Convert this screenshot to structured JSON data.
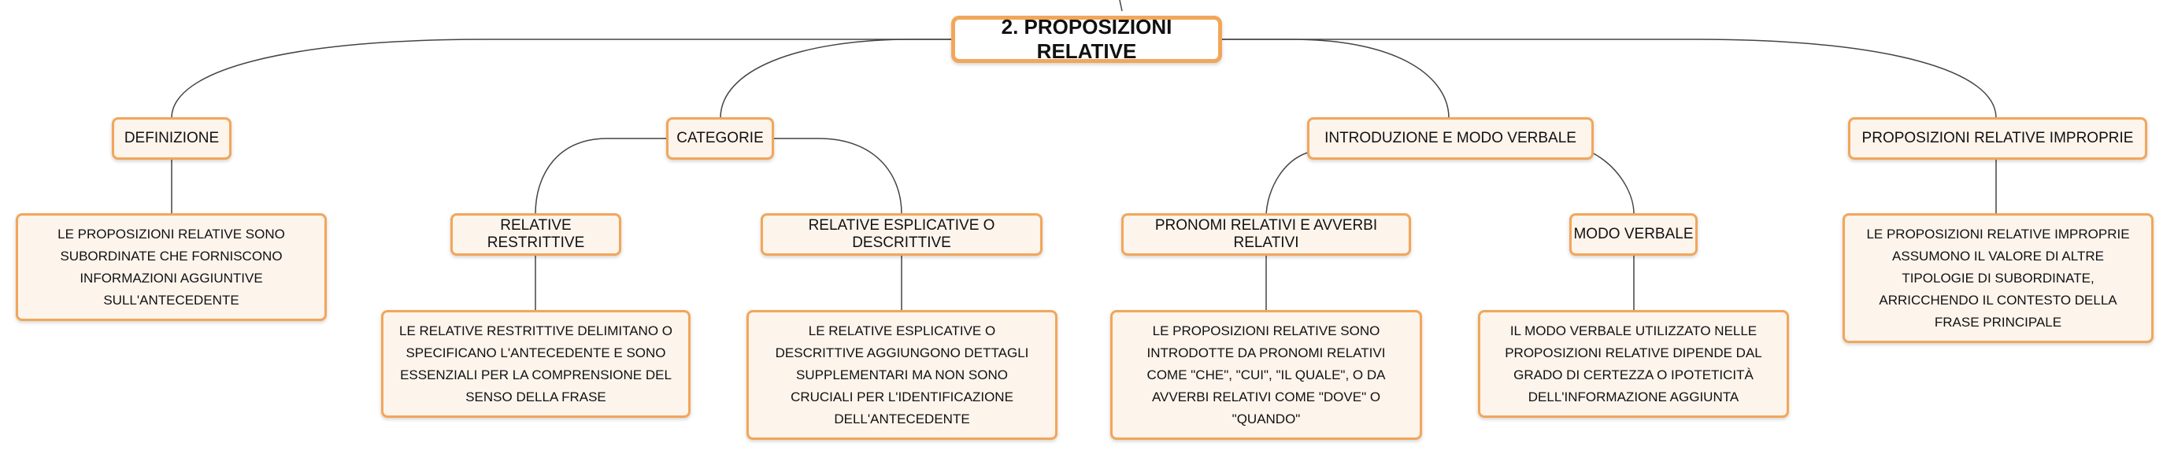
{
  "root": "2. PROPOSIZIONI RELATIVE",
  "definizione": {
    "label": "DEFINIZIONE",
    "desc": "LE PROPOSIZIONI RELATIVE SONO SUBORDINATE CHE FORNISCONO INFORMAZIONI AGGIUNTIVE SULL'ANTECEDENTE"
  },
  "categorie": {
    "label": "CATEGORIE",
    "restrittive": {
      "label": "RELATIVE RESTRITTIVE",
      "desc": "LE RELATIVE RESTRITTIVE DELIMITANO O SPECIFICANO L'ANTECEDENTE E SONO ESSENZIALI PER LA COMPRENSIONE DEL SENSO DELLA FRASE"
    },
    "esplicative": {
      "label": "RELATIVE ESPLICATIVE O DESCRITTIVE",
      "desc": "LE RELATIVE ESPLICATIVE O DESCRITTIVE AGGIUNGONO DETTAGLI SUPPLEMENTARI MA NON SONO CRUCIALI PER L'IDENTIFICAZIONE DELL'ANTECEDENTE"
    }
  },
  "introduzione": {
    "label": "INTRODUZIONE E MODO VERBALE",
    "pronomi": {
      "label": "PRONOMI RELATIVI E AVVERBI RELATIVI",
      "desc": "LE PROPOSIZIONI RELATIVE SONO INTRODOTTE DA PRONOMI RELATIVI COME \"CHE\", \"CUI\", \"IL QUALE\", O DA AVVERBI RELATIVI COME \"DOVE\" O \"QUANDO\""
    },
    "modo": {
      "label": "MODO VERBALE",
      "desc": "IL MODO VERBALE UTILIZZATO NELLE PROPOSIZIONI RELATIVE DIPENDE DAL GRADO DI CERTEZZA O IPOTETICITÀ DELL'INFORMAZIONE AGGIUNTA"
    }
  },
  "improprie": {
    "label": "PROPOSIZIONI RELATIVE IMPROPRIE",
    "desc": "LE PROPOSIZIONI RELATIVE IMPROPRIE ASSUMONO IL VALORE DI ALTRE TIPOLOGIE DI SUBORDINATE, ARRICCHENDO IL CONTESTO DELLA FRASE PRINCIPALE"
  },
  "colors": {
    "border": "#f2a65a",
    "fill": "#fdf4ec",
    "line": "#444444"
  }
}
